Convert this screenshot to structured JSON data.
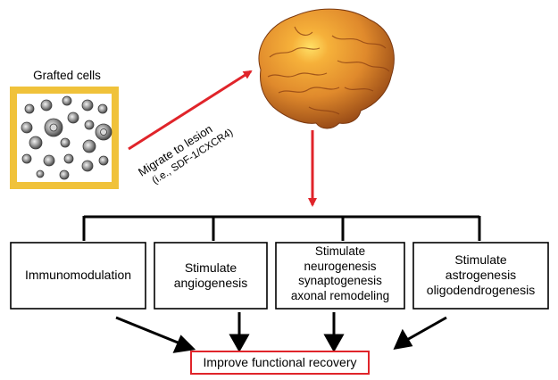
{
  "grafted": {
    "title": "Grafted cells"
  },
  "migration": {
    "line1": "Migrate to lesion",
    "line2": "(i.e., SDF-1/CXCR4)"
  },
  "mechanisms": [
    {
      "lines": [
        "Immunomodulation"
      ]
    },
    {
      "lines": [
        "Stimulate",
        "angiogenesis"
      ]
    },
    {
      "lines": [
        "Stimulate",
        "neurogenesis",
        "synaptogenesis",
        "axonal remodeling"
      ]
    },
    {
      "lines": [
        "Stimulate",
        "astrogenesis",
        "oligodendrogenesis"
      ]
    }
  ],
  "outcome": {
    "label": "Improve functional recovery"
  },
  "colors": {
    "accent_red": "#e0242a",
    "gold_frame": "#f0c23a",
    "brain": "#e08a2c"
  }
}
